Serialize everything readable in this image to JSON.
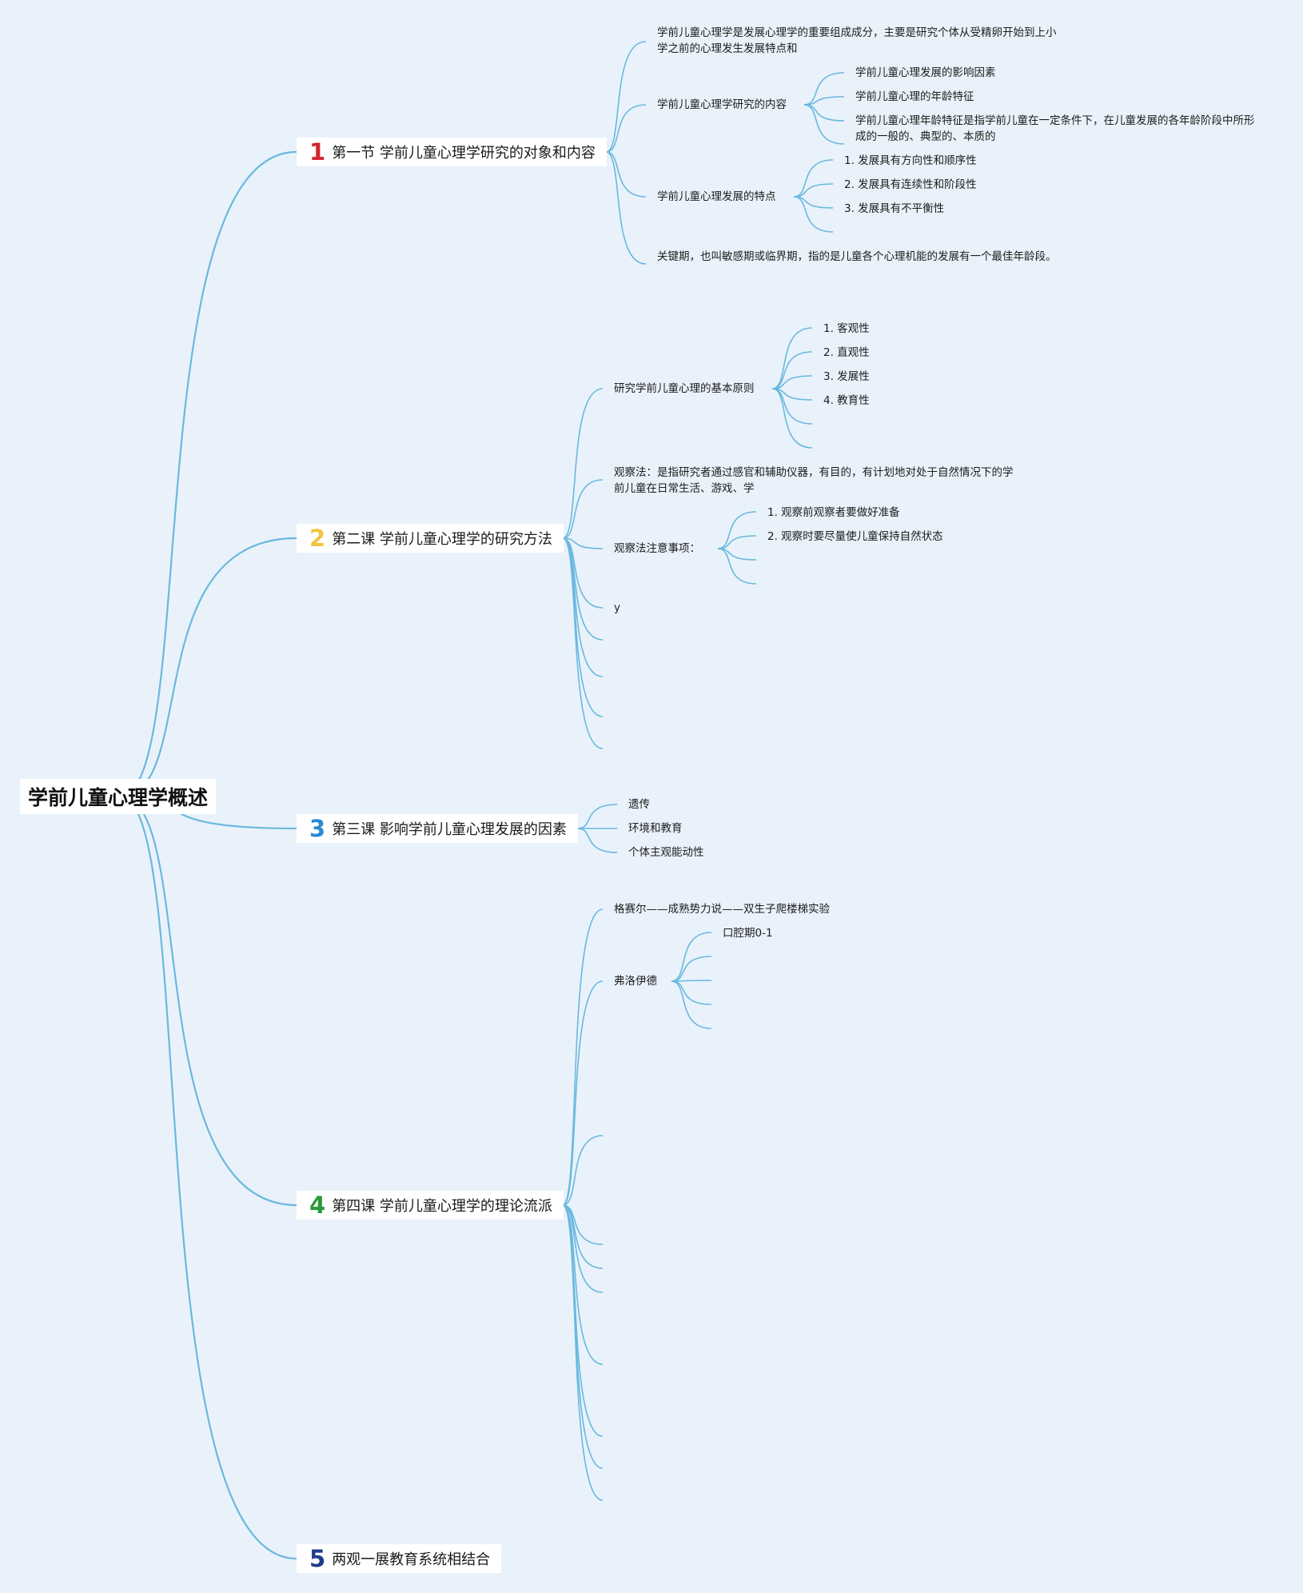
{
  "root": {
    "label": "学前儿童心理学概述"
  },
  "colors": {
    "line": "#6ab8df",
    "num1": "#d0252f",
    "num2": "#f2c53d",
    "num3": "#2a8bd4",
    "num4": "#2a9a3c",
    "num5": "#1f3c8c"
  },
  "topics": [
    {
      "num": "1",
      "label": "第一节 学前儿童心理学研究的对象和内容"
    },
    {
      "num": "2",
      "label": "第二课 学前儿童心理学的研究方法"
    },
    {
      "num": "3",
      "label": "第三课 影响学前儿童心理发展的因素"
    },
    {
      "num": "4",
      "label": "第四课 学前儿童心理学的理论流派"
    },
    {
      "num": "5",
      "label": "两观一展教育系统相结合"
    }
  ],
  "t1": {
    "definition": "学前儿童心理学是发展心理学的重要组成成分，主要是研究个体从受精卵开始到上小学之前的心理发生发展特点和",
    "content": {
      "label": "学前儿童心理学研究的内容",
      "items": [
        "学前儿童心理发展的影响因素",
        "学前儿童心理的年龄特征",
        "学前儿童心理年龄特征是指学前儿童在一定条件下，在儿童发展的各年龄阶段中所形成的一般的、典型的、本质的"
      ]
    },
    "features": {
      "label": "学前儿童心理发展的特点",
      "items": [
        "1. 发展具有方向性和顺序性",
        "2. 发展具有连续性和阶段性",
        "3. 发展具有不平衡性"
      ]
    },
    "critical": "关键期，也叫敏感期或临界期，指的是儿童各个心理机能的发展有一个最佳年龄段。"
  },
  "t2": {
    "principles": {
      "label": "研究学前儿童心理的基本原则",
      "items": [
        "1. 客观性",
        "2. 直观性",
        "3. 发展性",
        "4. 教育性"
      ]
    },
    "observation": "观察法：是指研究者通过感官和辅助仪器，有目的，有计划地对处于自然情况下的学前儿童在日常生活、游戏、学",
    "notes": {
      "label": "观察法注意事项：",
      "items": [
        "1. 观察前观察者要做好准备",
        "2. 观察时要尽量使儿童保持自然状态"
      ]
    },
    "y": "y"
  },
  "t3": {
    "items": [
      "遗传",
      "环境和教育",
      "个体主观能动性"
    ]
  },
  "t4": {
    "gesell": "格赛尔——成熟势力说——双生子爬楼梯实验",
    "freud": {
      "label": "弗洛伊德",
      "items": [
        "口腔期0-1"
      ]
    }
  }
}
